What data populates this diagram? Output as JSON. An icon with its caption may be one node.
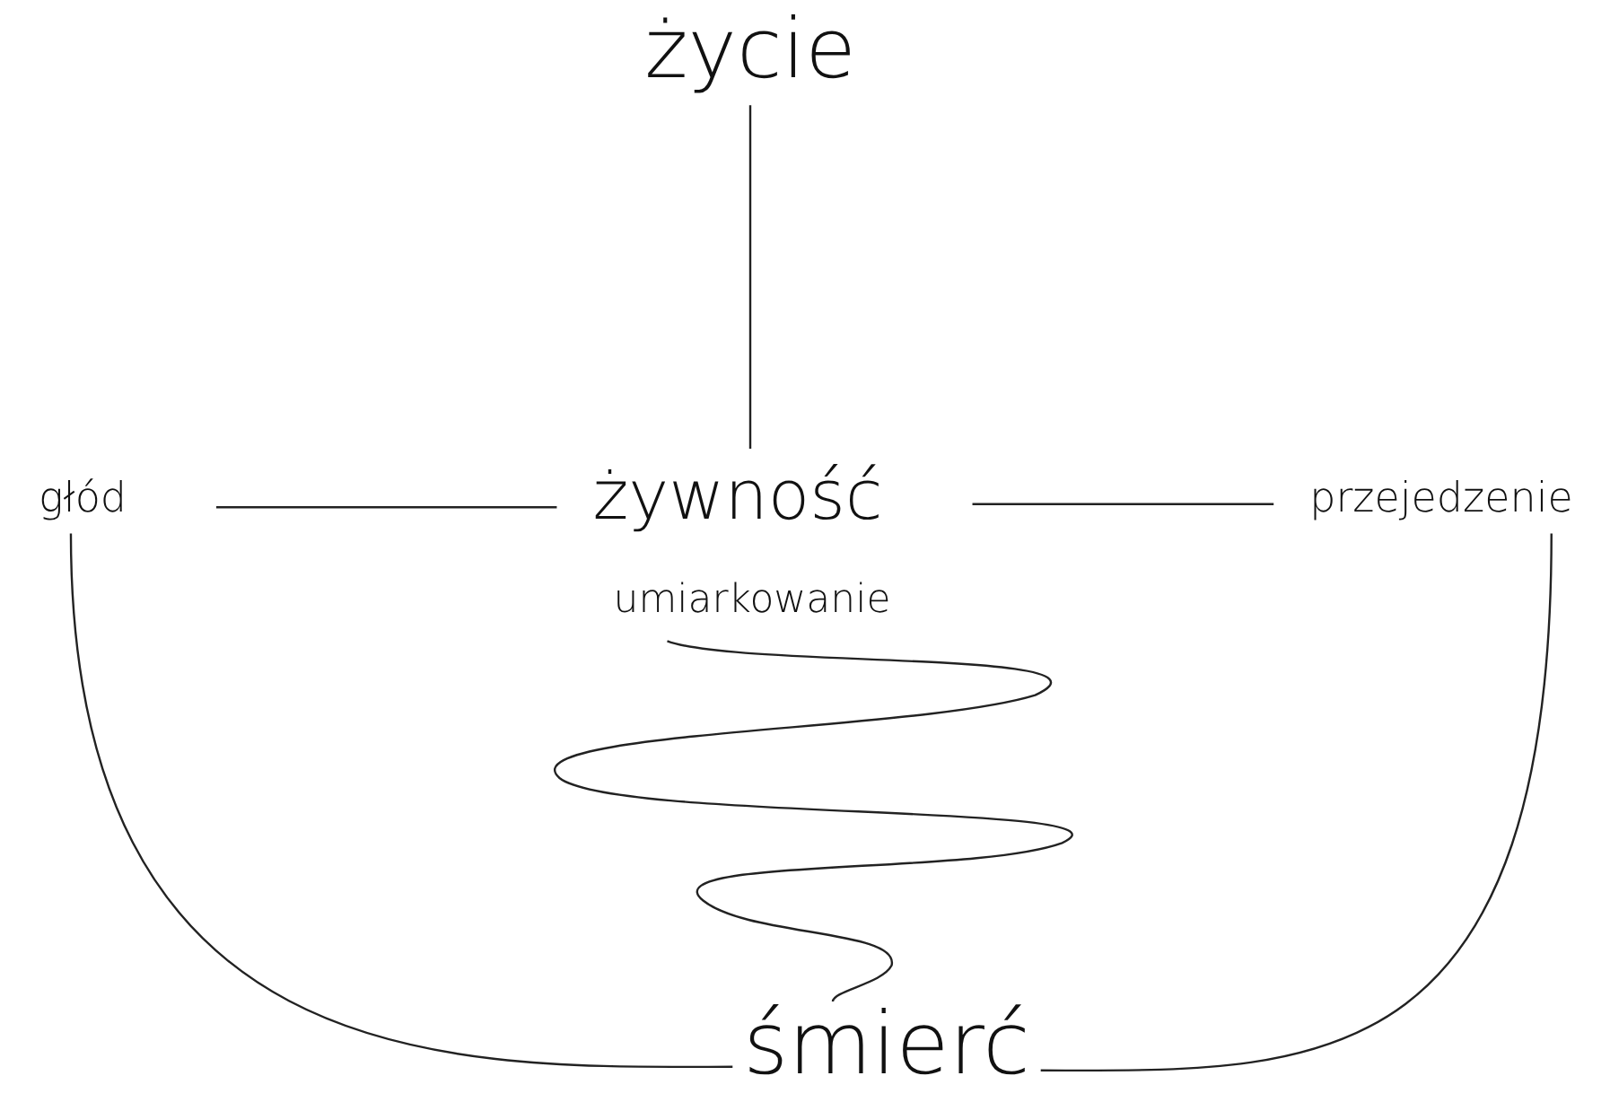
{
  "diagram": {
    "nodes": [
      {
        "text": [
          "życie"
        ]
      },
      {
        "text": [
          "głód"
        ]
      },
      {
        "text": [
          "żywność"
        ]
      },
      {
        "text": [
          "przejedzenie"
        ]
      },
      {
        "text": [
          "umiarkowanie"
        ]
      },
      {
        "text": [
          "śmierć"
        ]
      }
    ],
    "edges": [
      {
        "from": 0,
        "to": 2,
        "arrow": "none"
      },
      {
        "from": 1,
        "to": 2,
        "arrow": "none"
      },
      {
        "from": 2,
        "to": 3,
        "arrow": "none"
      },
      {
        "from": 1,
        "to": 5,
        "arrow": "none"
      },
      {
        "from": 3,
        "to": 5,
        "arrow": "none"
      },
      {
        "from": 4,
        "to": 5,
        "arrow": "none"
      }
    ]
  }
}
